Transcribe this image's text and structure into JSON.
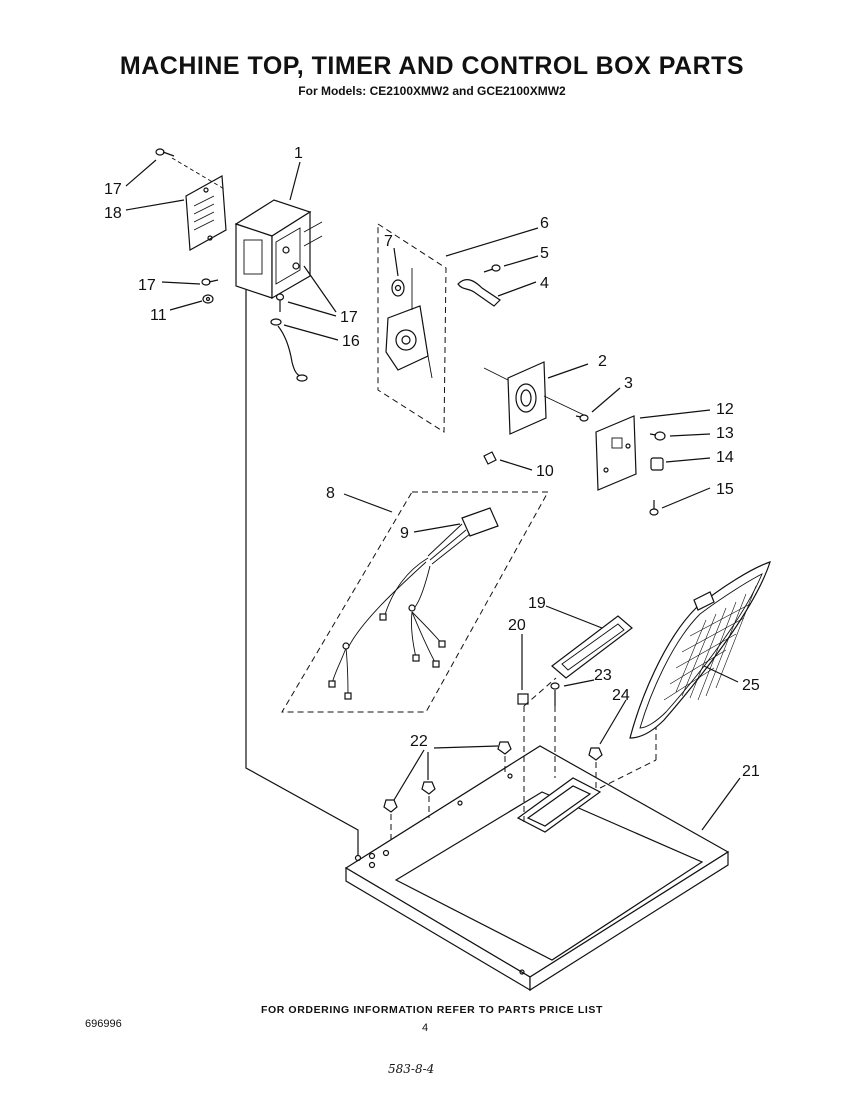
{
  "header": {
    "title": "MACHINE TOP, TIMER AND CONTROL BOX PARTS",
    "subtitle": "For Models: CE2100XMW2 and GCE2100XMW2"
  },
  "footer": {
    "ordering_note": "FOR ORDERING INFORMATION REFER TO PARTS PRICE LIST",
    "part_number": "696996",
    "page_number": "4",
    "handwritten_note": "583-8-4"
  },
  "callouts": {
    "c1": "1",
    "c2": "2",
    "c3": "3",
    "c4": "4",
    "c5": "5",
    "c6": "6",
    "c7": "7",
    "c8": "8",
    "c9": "9",
    "c10": "10",
    "c11": "11",
    "c12": "12",
    "c13": "13",
    "c14": "14",
    "c15": "15",
    "c16": "16",
    "c17a": "17",
    "c17b": "17",
    "c17c": "17",
    "c18": "18",
    "c19": "19",
    "c20": "20",
    "c21": "21",
    "c22": "22",
    "c23": "23",
    "c24": "24",
    "c25": "25"
  }
}
